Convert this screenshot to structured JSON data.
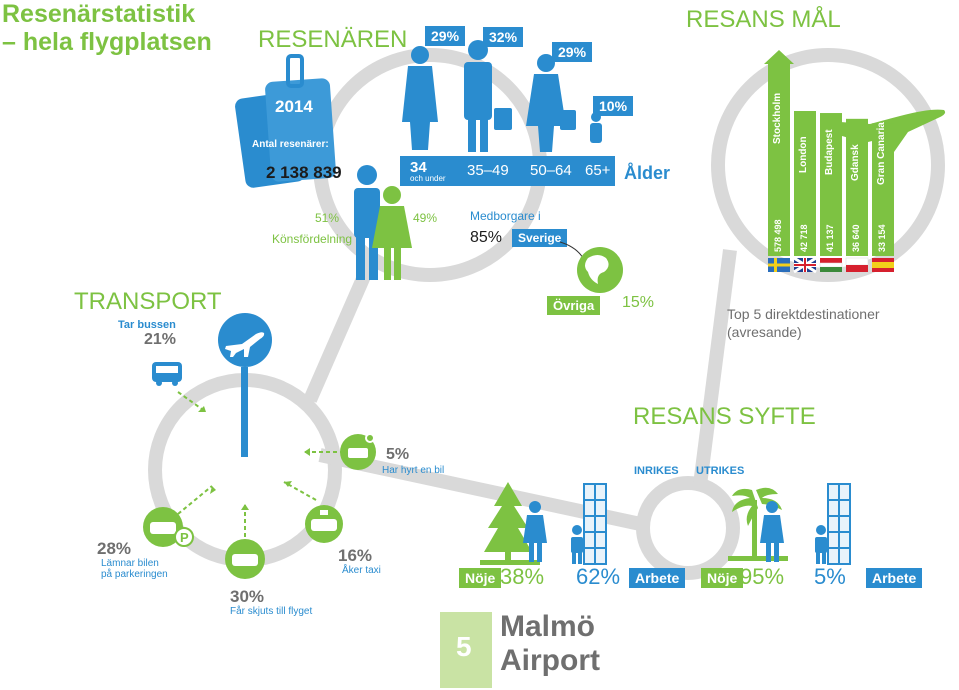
{
  "header": {
    "title_line1": "Resenärstatistik",
    "title_line2": "– hela flygplatsen"
  },
  "travelers": {
    "heading": "RESENÄREN",
    "year": "2014",
    "count_label": "Antal resenärer:",
    "count_value": "2 138 839",
    "age_label": "Ålder",
    "age_groups": [
      {
        "range": "34",
        "sub": "och under",
        "percent": "29%"
      },
      {
        "range": "35–49",
        "sub": "",
        "percent": "32%"
      },
      {
        "range": "50–64",
        "sub": "",
        "percent": "29%"
      },
      {
        "range": "65+",
        "sub": "",
        "percent": "10%"
      }
    ],
    "gender": {
      "label": "Könsfördelning",
      "male": "51%",
      "female": "49%"
    },
    "citizenship": {
      "label": "Medborgare i",
      "percent": "85%",
      "country": "Sverige",
      "other_label": "Övriga",
      "other_percent": "15%"
    }
  },
  "goals": {
    "heading": "RESANS MÅL",
    "caption_line1": "Top 5 direktdestinationer",
    "caption_line2": "(avresande)",
    "destinations": [
      {
        "name": "Stockholm",
        "value": "578 498",
        "flag": "sweden-flag"
      },
      {
        "name": "London",
        "value": "42 718",
        "flag": "uk-flag"
      },
      {
        "name": "Budapest",
        "value": "41 137",
        "flag": "hungary-flag"
      },
      {
        "name": "Gdansk",
        "value": "36 640",
        "flag": "poland-flag"
      },
      {
        "name": "Gran Canaria",
        "value": "33 154",
        "flag": "spain-flag"
      }
    ]
  },
  "transport": {
    "heading": "TRANSPORT",
    "bus": {
      "label": "Tar bussen",
      "percent": "21%"
    },
    "rental": {
      "percent": "5%",
      "label": "Har hyrt en bil"
    },
    "parking": {
      "percent": "28%",
      "label_line1": "Lämnar bilen",
      "label_line2": "på parkeringen"
    },
    "dropoff": {
      "percent": "30%",
      "label": "Får skjuts till flyget"
    },
    "taxi": {
      "percent": "16%",
      "label": "Åker taxi"
    }
  },
  "purpose": {
    "heading": "RESANS SYFTE",
    "domestic_label": "INRIKES",
    "international_label": "UTRIKES",
    "leisure_label": "Nöje",
    "business_label": "Arbete",
    "domestic_leisure": "38%",
    "domestic_business": "62%",
    "international_leisure": "95%",
    "international_business": "5%"
  },
  "footer": {
    "page_number": "5",
    "airport_line1": "Malmö",
    "airport_line2": "Airport"
  },
  "chart_data": {
    "type": "bar",
    "categories": [
      "Stockholm",
      "London",
      "Budapest",
      "Gdansk",
      "Gran Canaria"
    ],
    "values": [
      578498,
      42718,
      41137,
      36640,
      33154
    ]
  },
  "colors": {
    "green": "#7dc242",
    "blue": "#2a8ccf",
    "grey": "#d4d4d4"
  }
}
